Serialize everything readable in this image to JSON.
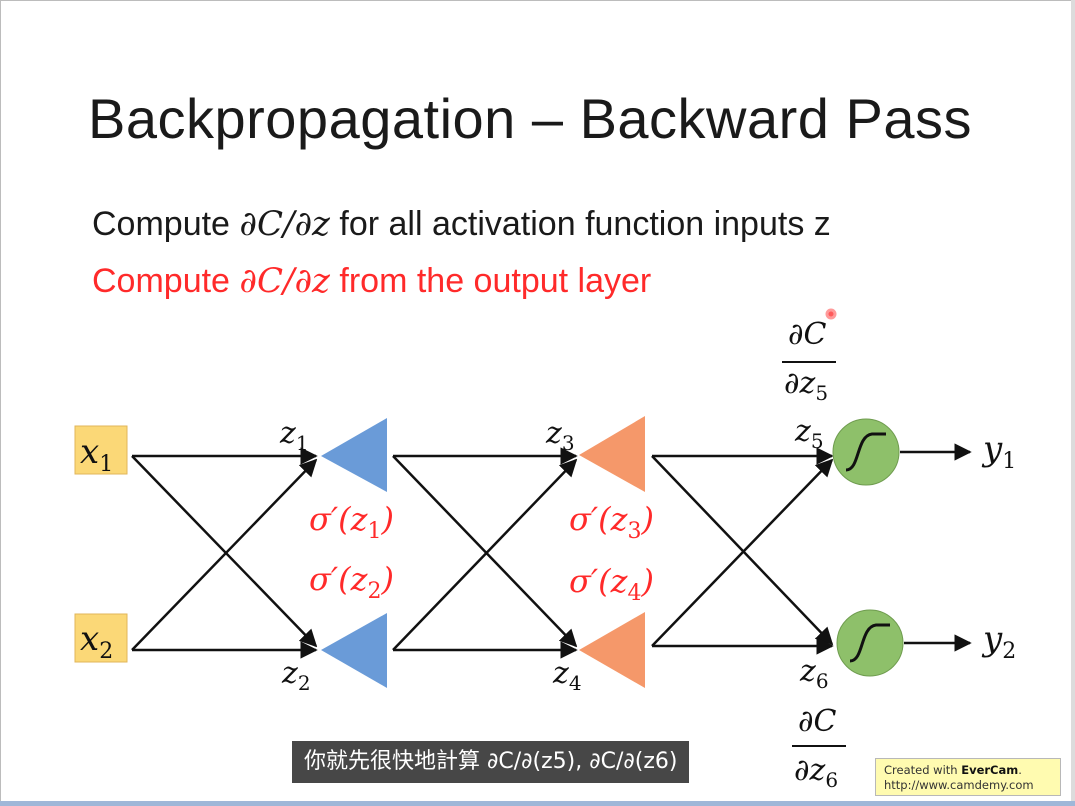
{
  "slide": {
    "title": "Backpropagation – Backward Pass",
    "line1": {
      "prefix": "Compute ",
      "math": "∂C/∂z",
      "suffix": " for all activation function inputs z"
    },
    "line2": {
      "prefix": "Compute ",
      "math": "∂C/∂z",
      "suffix": " from the output layer"
    }
  },
  "diagram": {
    "inputs": [
      {
        "name": "x",
        "sub": "1"
      },
      {
        "name": "x",
        "sub": "2"
      }
    ],
    "z_labels": [
      {
        "name": "z",
        "sub": "1"
      },
      {
        "name": "z",
        "sub": "2"
      },
      {
        "name": "z",
        "sub": "3"
      },
      {
        "name": "z",
        "sub": "4"
      },
      {
        "name": "z",
        "sub": "5"
      },
      {
        "name": "z",
        "sub": "6"
      }
    ],
    "sigma_labels": [
      {
        "text": "σ′(z",
        "sub": "1",
        "close": ")"
      },
      {
        "text": "σ′(z",
        "sub": "2",
        "close": ")"
      },
      {
        "text": "σ′(z",
        "sub": "3",
        "close": ")"
      },
      {
        "text": "σ′(z",
        "sub": "4",
        "close": ")"
      }
    ],
    "outputs": [
      {
        "name": "y",
        "sub": "1"
      },
      {
        "name": "y",
        "sub": "2"
      }
    ],
    "fraction_top": {
      "num": "∂C",
      "den": "∂z",
      "sub": "5"
    },
    "fraction_bottom": {
      "num": "∂C",
      "den": "∂z",
      "sub": "6"
    },
    "colors": {
      "input_box": "#fbd877",
      "layer1": "#6a9bd8",
      "layer2": "#f5986a",
      "output_node": "#8ec06a",
      "annotation": "#ff2a2a"
    }
  },
  "subtitle": "你就先很快地計算 ∂C/∂(z5), ∂C/∂(z6)",
  "watermark": {
    "line1_prefix": "Created with ",
    "line1_brand": "EverCam",
    "line1_suffix": ".",
    "line2": "http://www.camdemy.com"
  }
}
